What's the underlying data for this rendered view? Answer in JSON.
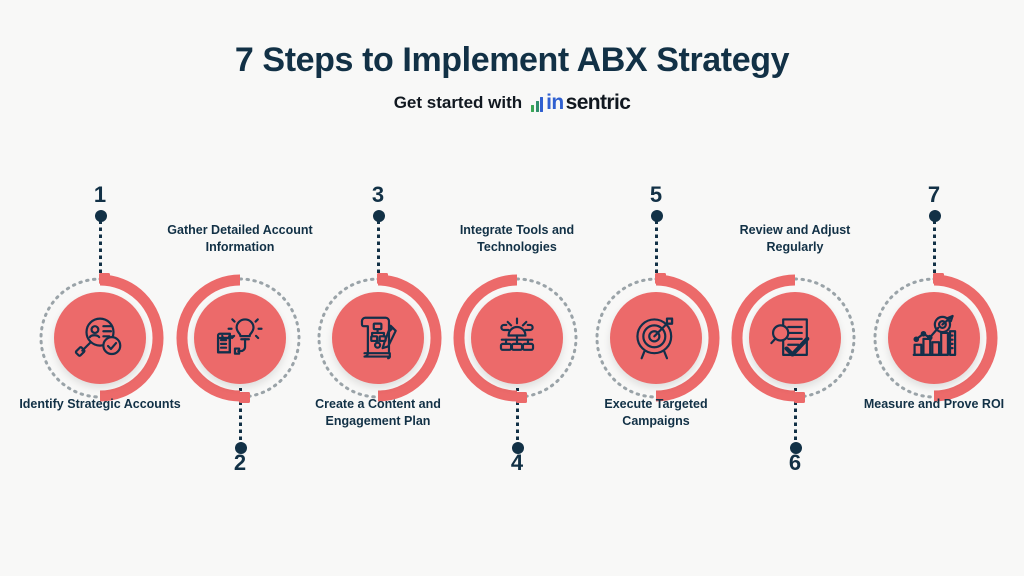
{
  "header": {
    "title": "7 Steps to Implement ABX Strategy",
    "subtitle_prefix": "Get started with",
    "logo": {
      "name": "insentric-logo",
      "word_part1": "in",
      "word_part2": "sentric",
      "bar_colors": [
        "#3aa655",
        "#2f8f6a",
        "#2f5fd0"
      ],
      "part1_color": "#2f5fd0",
      "part2_color": "#111820"
    }
  },
  "theme": {
    "background": "#f8f8f7",
    "accent": "#ec6a6a",
    "navy": "#123146",
    "dotted_arc": "#9aa3a8"
  },
  "steps": [
    {
      "number": "1",
      "label": "Identify Strategic Accounts",
      "icon": "magnifier-person-check-icon",
      "position": "number-top"
    },
    {
      "number": "2",
      "label": "Gather Detailed Account Information",
      "icon": "book-lightbulb-icon",
      "position": "number-bottom"
    },
    {
      "number": "3",
      "label": "Create a Content and Engagement Plan",
      "icon": "scroll-flowchart-pencil-icon",
      "position": "number-top"
    },
    {
      "number": "4",
      "label": "Integrate Tools and Technologies",
      "icon": "gear-hierarchy-icon",
      "position": "number-bottom"
    },
    {
      "number": "5",
      "label": "Execute Targeted Campaigns",
      "icon": "target-dartboard-icon",
      "position": "number-top"
    },
    {
      "number": "6",
      "label": "Review and Adjust Regularly",
      "icon": "document-magnifier-check-icon",
      "position": "number-bottom"
    },
    {
      "number": "7",
      "label": "Measure and Prove ROI",
      "icon": "bar-chart-growth-target-icon",
      "position": "number-top"
    }
  ]
}
